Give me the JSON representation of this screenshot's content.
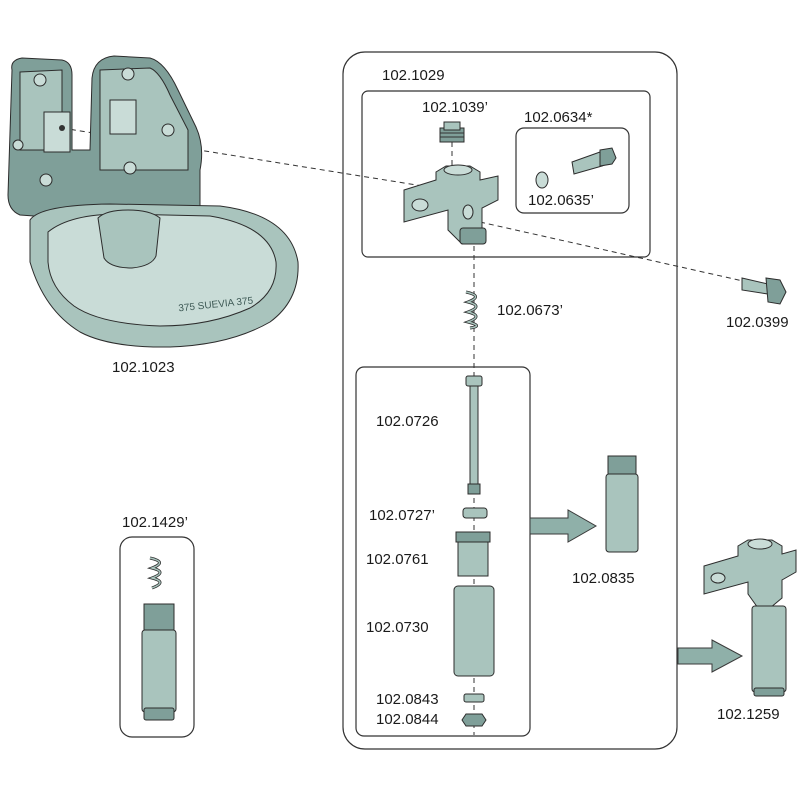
{
  "parts": {
    "p1029": "102.1029",
    "p1039": "102.1039’",
    "p0634": "102.0634*",
    "p0635": "102.0635’",
    "p0673": "102.0673’",
    "p0399": "102.0399",
    "p1023": "102.1023",
    "p0726": "102.0726",
    "p0727": "102.0727’",
    "p0761": "102.0761",
    "p0730": "102.0730",
    "p0843": "102.0843",
    "p0844": "102.0844",
    "p0835": "102.0835",
    "p1429": "102.1429’",
    "p1259": "102.1259"
  },
  "bowl_stamp": "375 SUEVIA 375",
  "colors": {
    "part_fill": "#a9c4bd",
    "part_shadow": "#7f9f99",
    "outline": "#2c2c2c"
  }
}
